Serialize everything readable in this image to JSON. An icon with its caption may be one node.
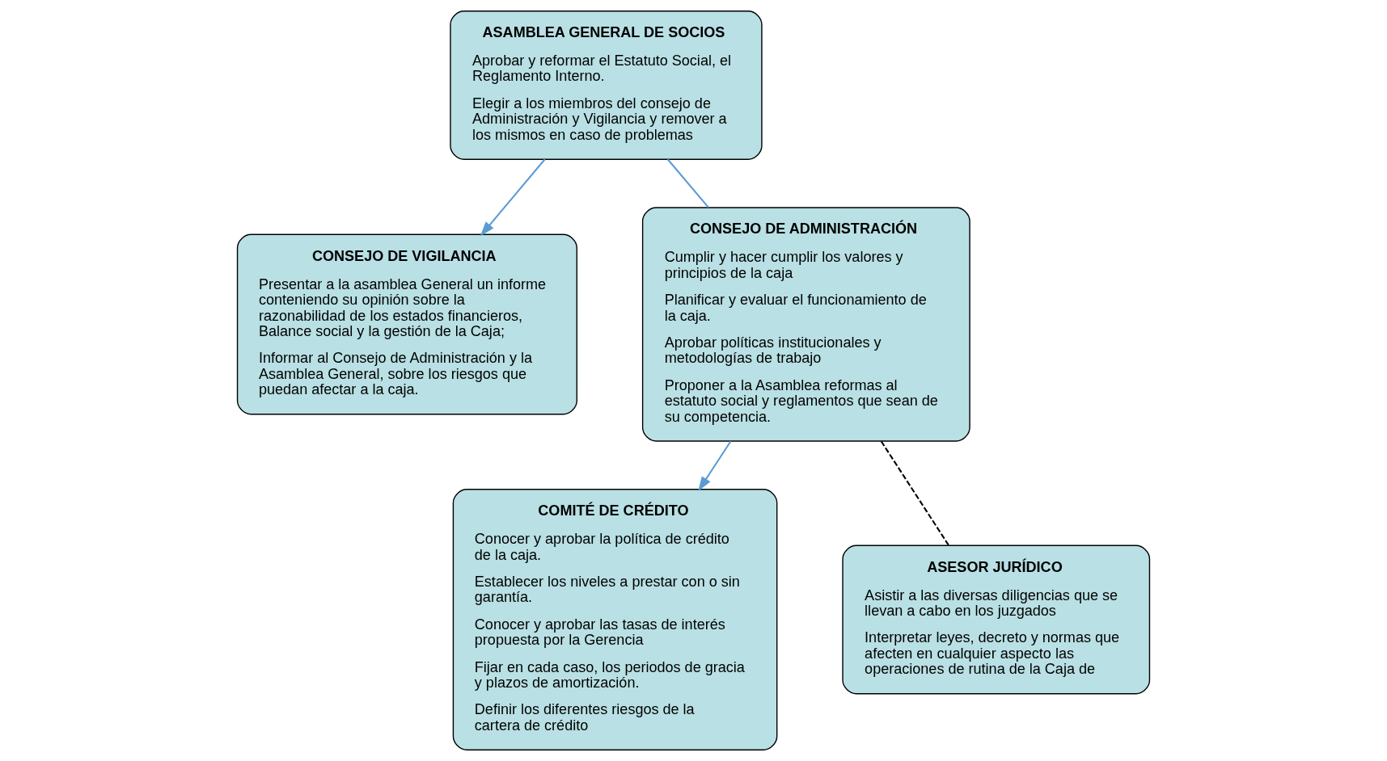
{
  "diagram": {
    "nodes": [
      {
        "text": [
          "ASAMBLEA GENERAL DE SOCIOS",
          "Aprobar y reformar el Estatuto Social, el Reglamento Interno.",
          "Elegir a los miembros del consejo de Administración y Vigilancia y remover a los mismos en caso de problemas"
        ]
      },
      {
        "text": [
          "CONSEJO DE VIGILANCIA",
          "Presentar a la asamblea General un informe conteniendo su opinión sobre la razonabilidad de los estados financieros, Balance social y la gestión de la Caja;",
          "Informar al Consejo de Administración y la Asamblea General, sobre los riesgos que puedan afectar a la caja."
        ]
      },
      {
        "text": [
          "CONSEJO DE ADMINISTRACIÓN",
          "Cumplir y hacer cumplir los valores y principios de la caja",
          "Planificar y evaluar el funcionamiento de la caja.",
          "Aprobar políticas institucionales y metodologías de trabajo",
          "Proponer a la Asamblea reformas al estatuto social y reglamentos que sean de su competencia."
        ]
      },
      {
        "text": [
          "COMITÉ DE CRÉDITO",
          "Conocer y aprobar la política de crédito de la caja.",
          "Establecer los niveles a prestar con o sin garantía.",
          "Conocer y aprobar las tasas de interés propuesta por la Gerencia",
          "Fijar en cada caso, los periodos de gracia y plazos de amortización.",
          "Definir los diferentes riesgos de la cartera de crédito"
        ]
      },
      {
        "text": [
          "ASESOR JURÍDICO",
          "Asistir a las diversas diligencias que se llevan a cabo en los juzgados",
          "Interpretar leyes, decreto y normas que afecten en cualquier aspecto las operaciones de rutina de la Caja de"
        ]
      }
    ],
    "edges": [
      {
        "from": 0,
        "to": 2,
        "arrow": "none"
      },
      {
        "from": 0,
        "to": 1,
        "arrow": "to"
      },
      {
        "from": 2,
        "to": 3,
        "arrow": "to"
      },
      {
        "from": 2,
        "to": 4,
        "arrow": "none",
        "style": "dashed",
        "color": "#000000"
      }
    ]
  }
}
